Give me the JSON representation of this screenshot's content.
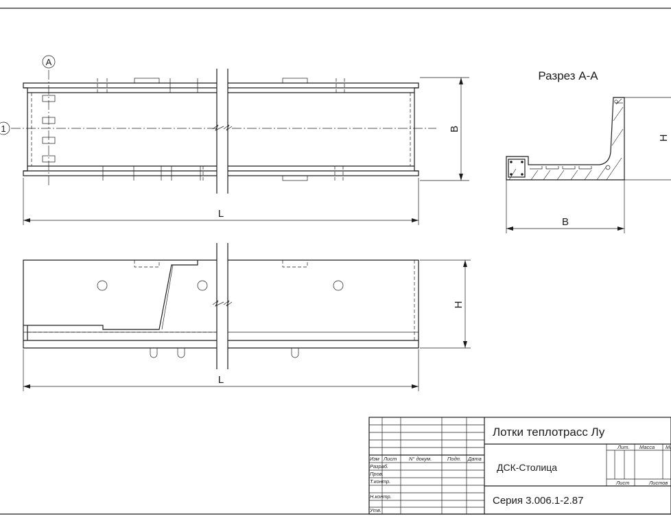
{
  "drawing": {
    "section_title": "Разрез А-А",
    "section_marker": "А",
    "axis_marker": "1",
    "dim_L": "L",
    "dim_B": "B",
    "dim_H": "H"
  },
  "title_block": {
    "product_name": "Лотки теплотрасс Лу",
    "organization": "ДСК-Столица",
    "series": "Серия 3.006.1-2.87",
    "header_cols": [
      "Изм",
      "Лист",
      "N° докум.",
      "Подп.",
      "Дата"
    ],
    "rows": [
      "Разраб.",
      "Пров.",
      "Т.контр.",
      "",
      "Н.контр.",
      "Утв."
    ],
    "lit_label": "Лит.",
    "mass_label": "Масса",
    "scale_label": "Масштаб",
    "sheet_label": "Лист",
    "sheets_label": "Листов"
  }
}
